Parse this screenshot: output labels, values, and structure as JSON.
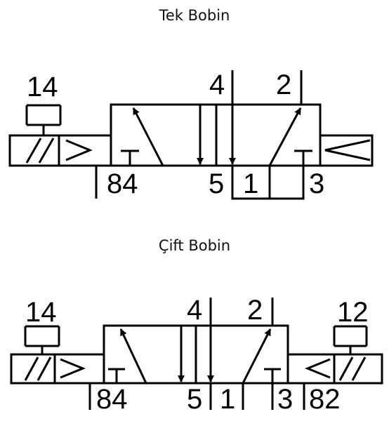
{
  "single": {
    "title": "Tek Bobin",
    "ports": {
      "p14": "14",
      "p4": "4",
      "p2": "2",
      "p84": "84",
      "p5": "5",
      "p1": "1",
      "p3": "3"
    }
  },
  "double": {
    "title": "Çift Bobin",
    "ports": {
      "p14": "14",
      "p4": "4",
      "p2": "2",
      "p12": "12",
      "p84": "84",
      "p5": "5",
      "p1": "1",
      "p3": "3",
      "p82": "82"
    }
  }
}
